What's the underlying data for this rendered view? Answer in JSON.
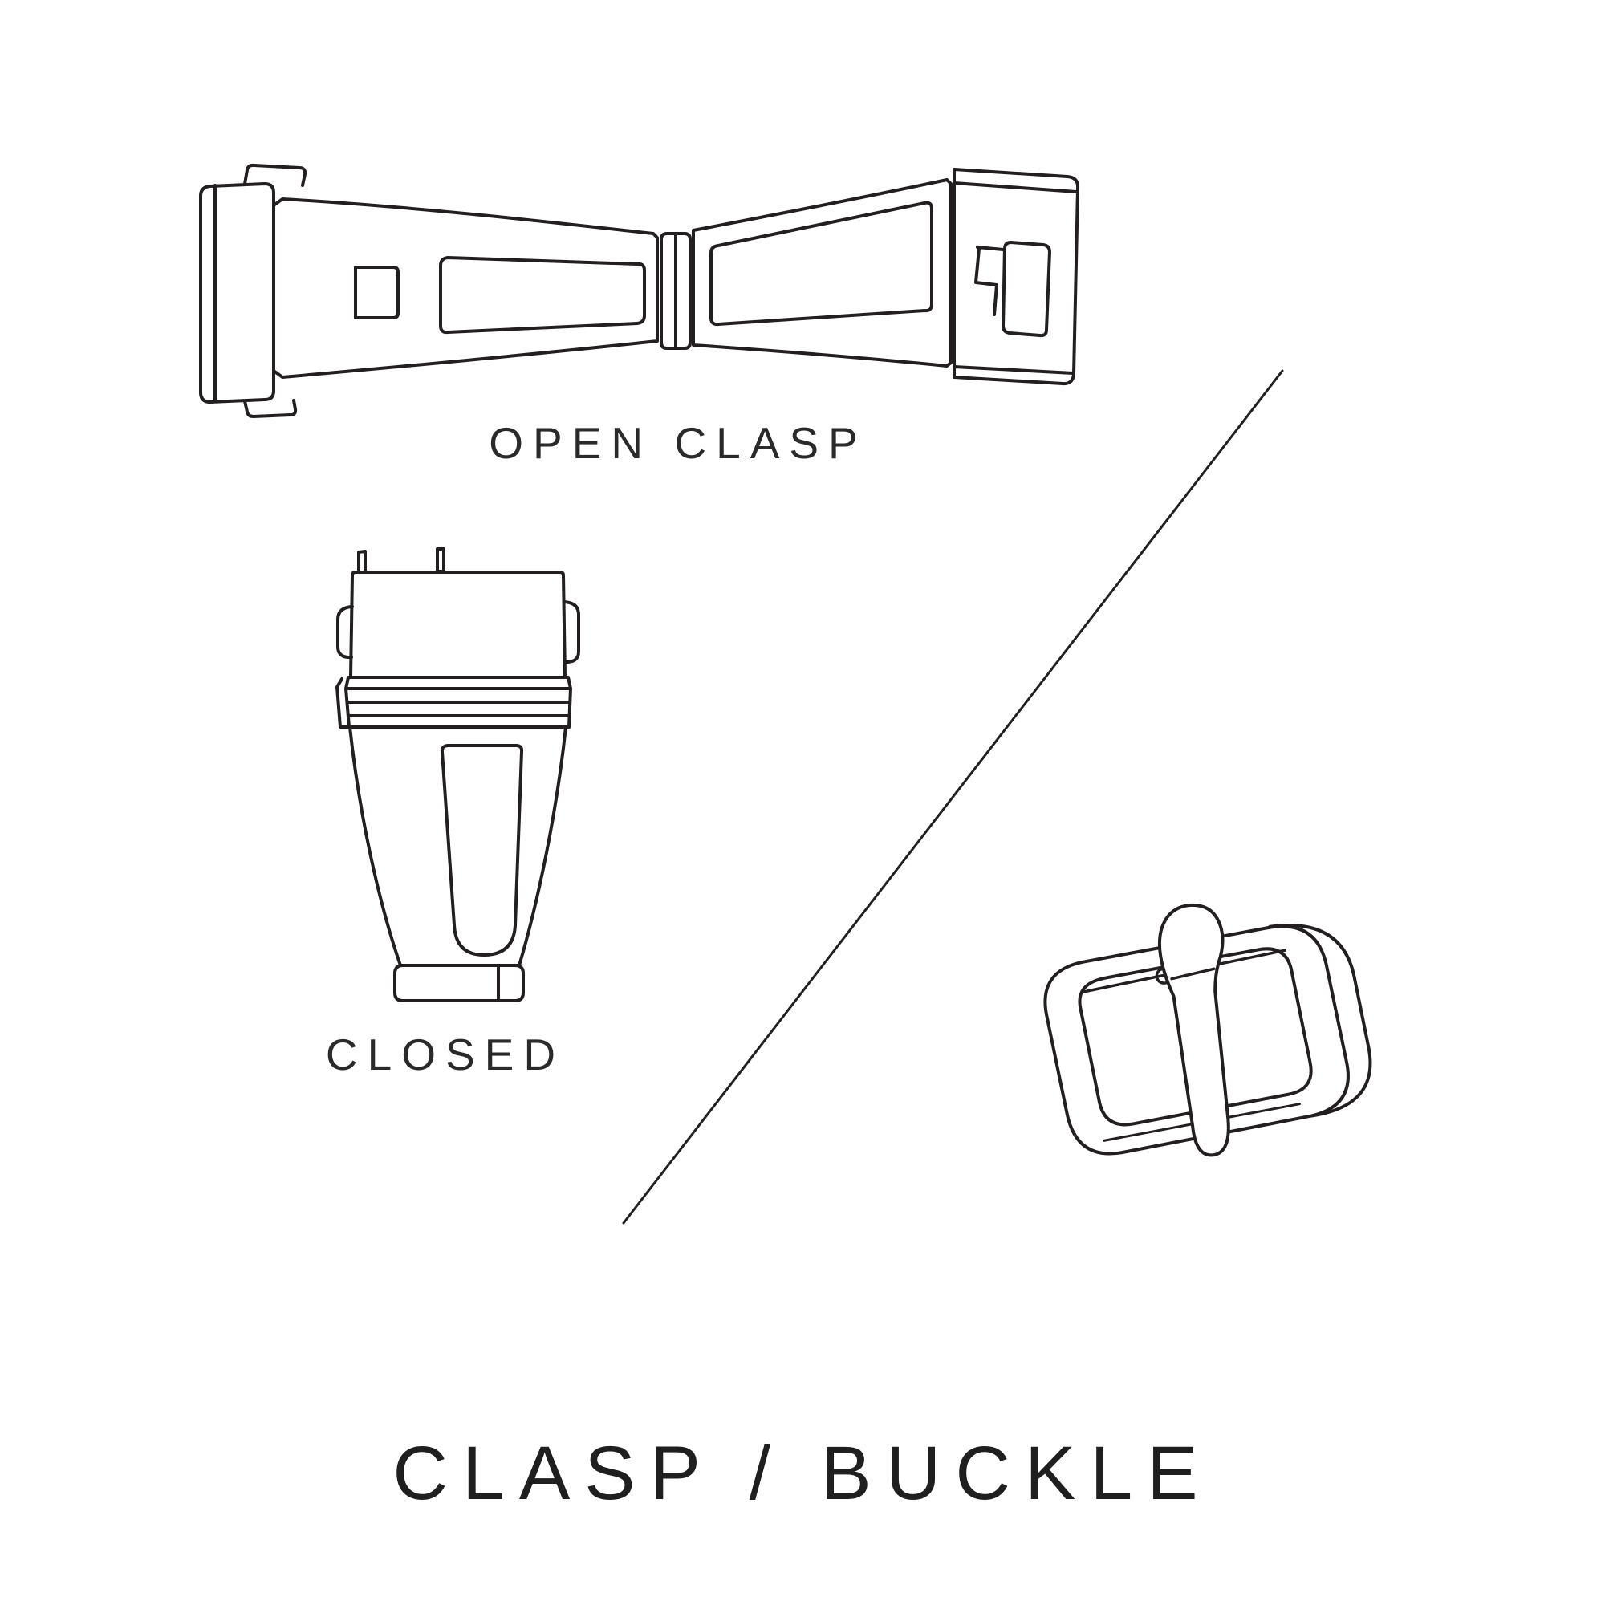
{
  "page": {
    "background_color": "#ffffff",
    "ink_color": "#231f20"
  },
  "labels": {
    "open_clasp": "OPEN CLASP",
    "closed": "CLOSED",
    "title": "CLASP / BUCKLE"
  },
  "illustrations": {
    "open_clasp": "open-deployment-clasp-line-drawing",
    "closed_clasp": "closed-deployment-clasp-line-drawing",
    "buckle": "tang-buckle-line-drawing",
    "divider": "diagonal-divider-line"
  }
}
